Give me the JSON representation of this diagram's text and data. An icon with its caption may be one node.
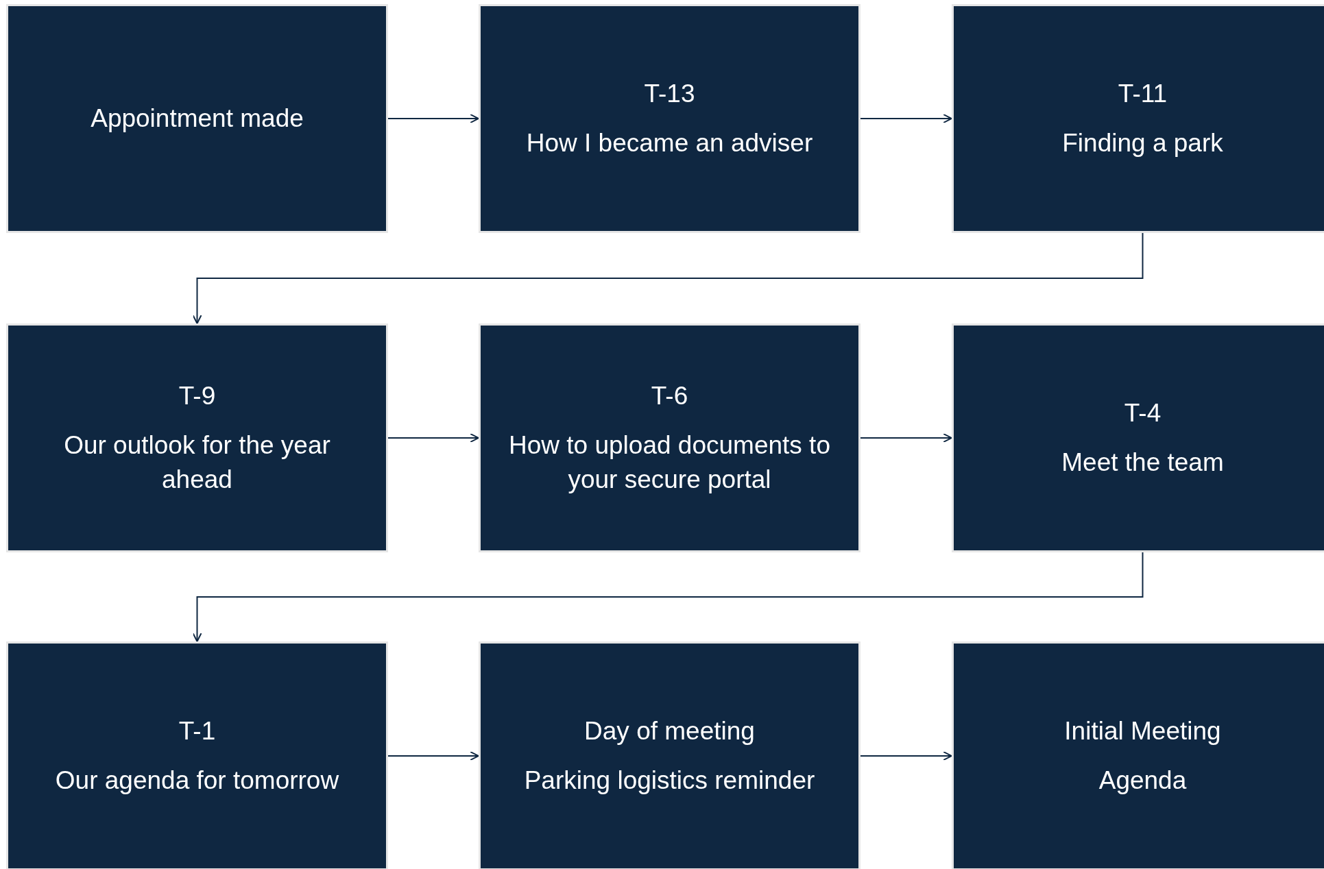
{
  "diagram": {
    "nodes": [
      {
        "text": [
          "Appointment made"
        ]
      },
      {
        "text": [
          "T-13",
          "How I became an adviser"
        ]
      },
      {
        "text": [
          "T-11",
          "Finding a park"
        ]
      },
      {
        "text": [
          "T-9",
          "Our outlook for the year ahead"
        ]
      },
      {
        "text": [
          "T-6",
          "How to upload documents to your secure portal"
        ]
      },
      {
        "text": [
          "T-4",
          "Meet the team"
        ]
      },
      {
        "text": [
          "T-1",
          "Our agenda for tomorrow"
        ]
      },
      {
        "text": [
          "Day of meeting",
          "Parking logistics reminder"
        ]
      },
      {
        "text": [
          "Initial Meeting",
          "Agenda"
        ]
      }
    ],
    "edges": [
      {
        "from": 0,
        "to": 1,
        "arrow": "to"
      },
      {
        "from": 1,
        "to": 2,
        "arrow": "to"
      },
      {
        "from": 2,
        "to": 3,
        "arrow": "to"
      },
      {
        "from": 3,
        "to": 4,
        "arrow": "to"
      },
      {
        "from": 4,
        "to": 5,
        "arrow": "to"
      },
      {
        "from": 5,
        "to": 6,
        "arrow": "to"
      },
      {
        "from": 6,
        "to": 7,
        "arrow": "to"
      },
      {
        "from": 7,
        "to": 8,
        "arrow": "to"
      }
    ]
  }
}
